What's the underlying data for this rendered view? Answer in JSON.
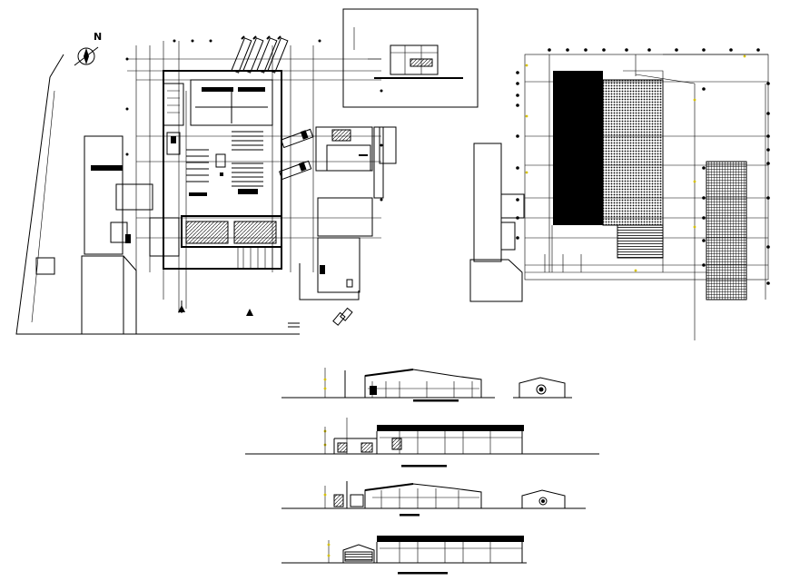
{
  "drawing": {
    "north_label": "N",
    "background": "#ffffff",
    "line_color": "#000000",
    "marker_color": "#d8c200"
  },
  "views": [
    {
      "id": "site-plan",
      "kind": "floor-plan"
    },
    {
      "id": "key-plan-inset",
      "kind": "inset"
    },
    {
      "id": "roof-plan",
      "kind": "roof-plan"
    },
    {
      "id": "elevation-1",
      "kind": "elevation"
    },
    {
      "id": "elevation-2",
      "kind": "elevation"
    },
    {
      "id": "elevation-3",
      "kind": "elevation"
    },
    {
      "id": "elevation-4",
      "kind": "elevation"
    }
  ]
}
